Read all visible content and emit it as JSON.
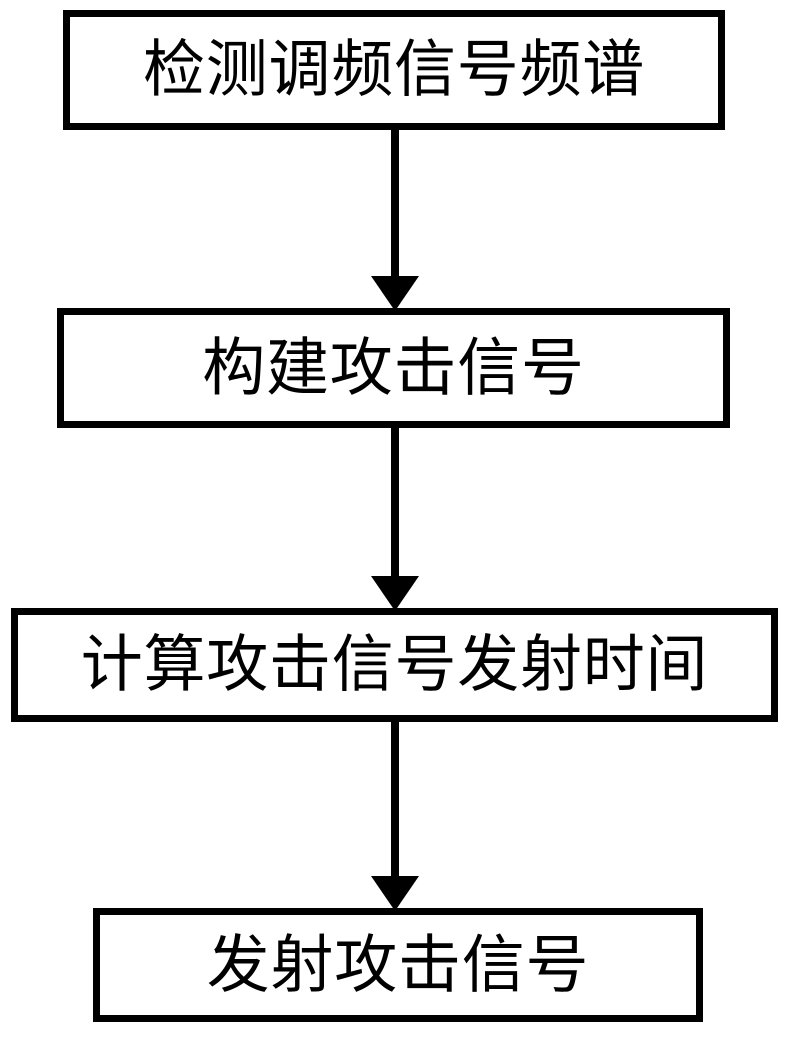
{
  "diagram": {
    "type": "flowchart",
    "orientation": "vertical-top-to-bottom",
    "title": "",
    "colors": {
      "background": "#ffffff",
      "box_fill": "#ffffff",
      "box_border": "#000000",
      "arrow": "#000000",
      "text": "#000000"
    },
    "nodes": [
      {
        "id": "node-1",
        "order": 1,
        "shape": "rectangle",
        "label": "检测调频信号频谱"
      },
      {
        "id": "node-2",
        "order": 2,
        "shape": "rectangle",
        "label": "构建攻击信号"
      },
      {
        "id": "node-3",
        "order": 3,
        "shape": "rectangle",
        "label": "计算攻击信号发射时间"
      },
      {
        "id": "node-4",
        "order": 4,
        "shape": "rectangle",
        "label": "发射攻击信号"
      }
    ],
    "connectors": [
      {
        "id": "connector-1",
        "from": "node-1",
        "to": "node-2",
        "style": "solid-line-filled-arrowhead",
        "label": ""
      },
      {
        "id": "connector-2",
        "from": "node-2",
        "to": "node-3",
        "style": "solid-line-filled-arrowhead",
        "label": ""
      },
      {
        "id": "connector-3",
        "from": "node-3",
        "to": "node-4",
        "style": "solid-line-filled-arrowhead",
        "label": ""
      }
    ]
  }
}
